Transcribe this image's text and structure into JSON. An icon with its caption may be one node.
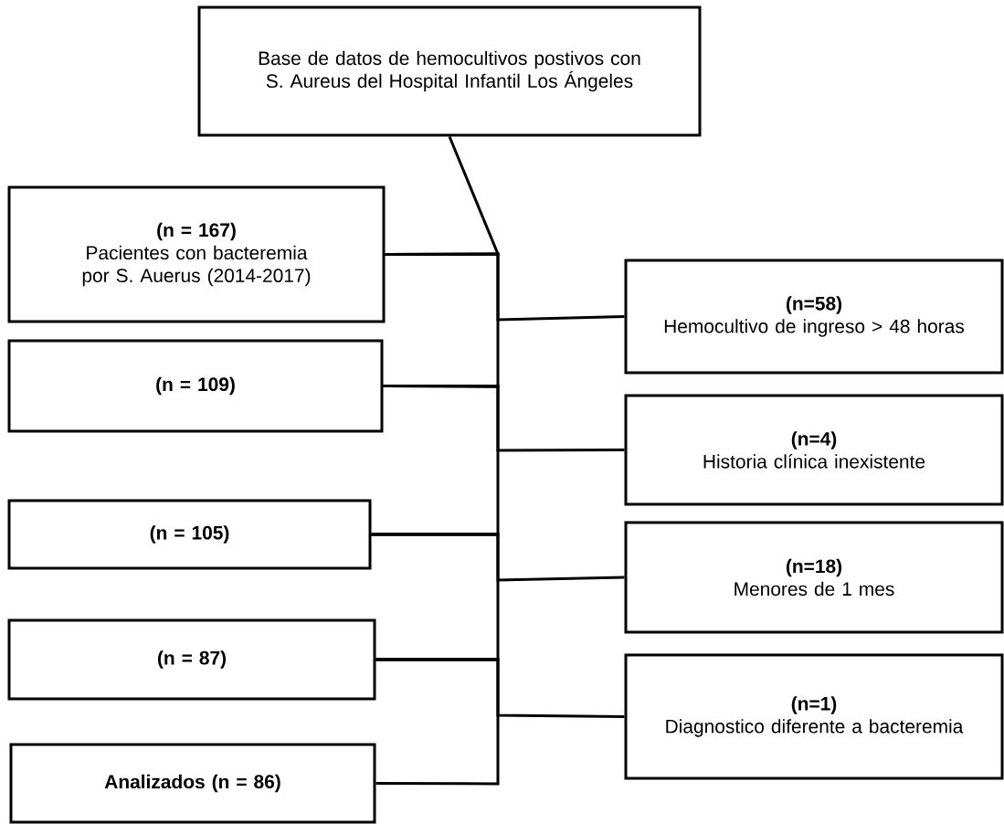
{
  "diagram": {
    "nodes": [
      {
        "text": [
          "Base de datos de hemocultivos postivos con S. Aureus del Hospital Infantil Los Ángeles"
        ]
      },
      {
        "text": [
          "(n = 167)",
          "Pacientes con bacteremia por S. Auerus (2014-2017)"
        ]
      },
      {
        "text": [
          "(n=58)",
          "Hemocultivo de ingreso > 48 horas"
        ]
      },
      {
        "text": [
          "(n = 109)"
        ]
      },
      {
        "text": [
          "(n=4)",
          "Historia clínica inexistente"
        ]
      },
      {
        "text": [
          "(n = 105)"
        ]
      },
      {
        "text": [
          "(n=18)",
          "Menores de 1 mes"
        ]
      },
      {
        "text": [
          "(n = 87)"
        ]
      },
      {
        "text": [
          "(n=1)",
          "Diagnostico diferente a bacteremia"
        ]
      },
      {
        "text": [
          "Analizados (n = 86)"
        ]
      }
    ],
    "edges": [
      {
        "from": 0,
        "to": 1,
        "arrow": "none"
      },
      {
        "from": 1,
        "to": 2,
        "arrow": "none"
      },
      {
        "from": 1,
        "to": 3,
        "arrow": "none"
      },
      {
        "from": 3,
        "to": 4,
        "arrow": "none"
      },
      {
        "from": 3,
        "to": 5,
        "arrow": "none"
      },
      {
        "from": 5,
        "to": 6,
        "arrow": "none"
      },
      {
        "from": 5,
        "to": 7,
        "arrow": "none"
      },
      {
        "from": 7,
        "to": 8,
        "arrow": "none"
      },
      {
        "from": 7,
        "to": 9,
        "arrow": "none"
      }
    ]
  }
}
